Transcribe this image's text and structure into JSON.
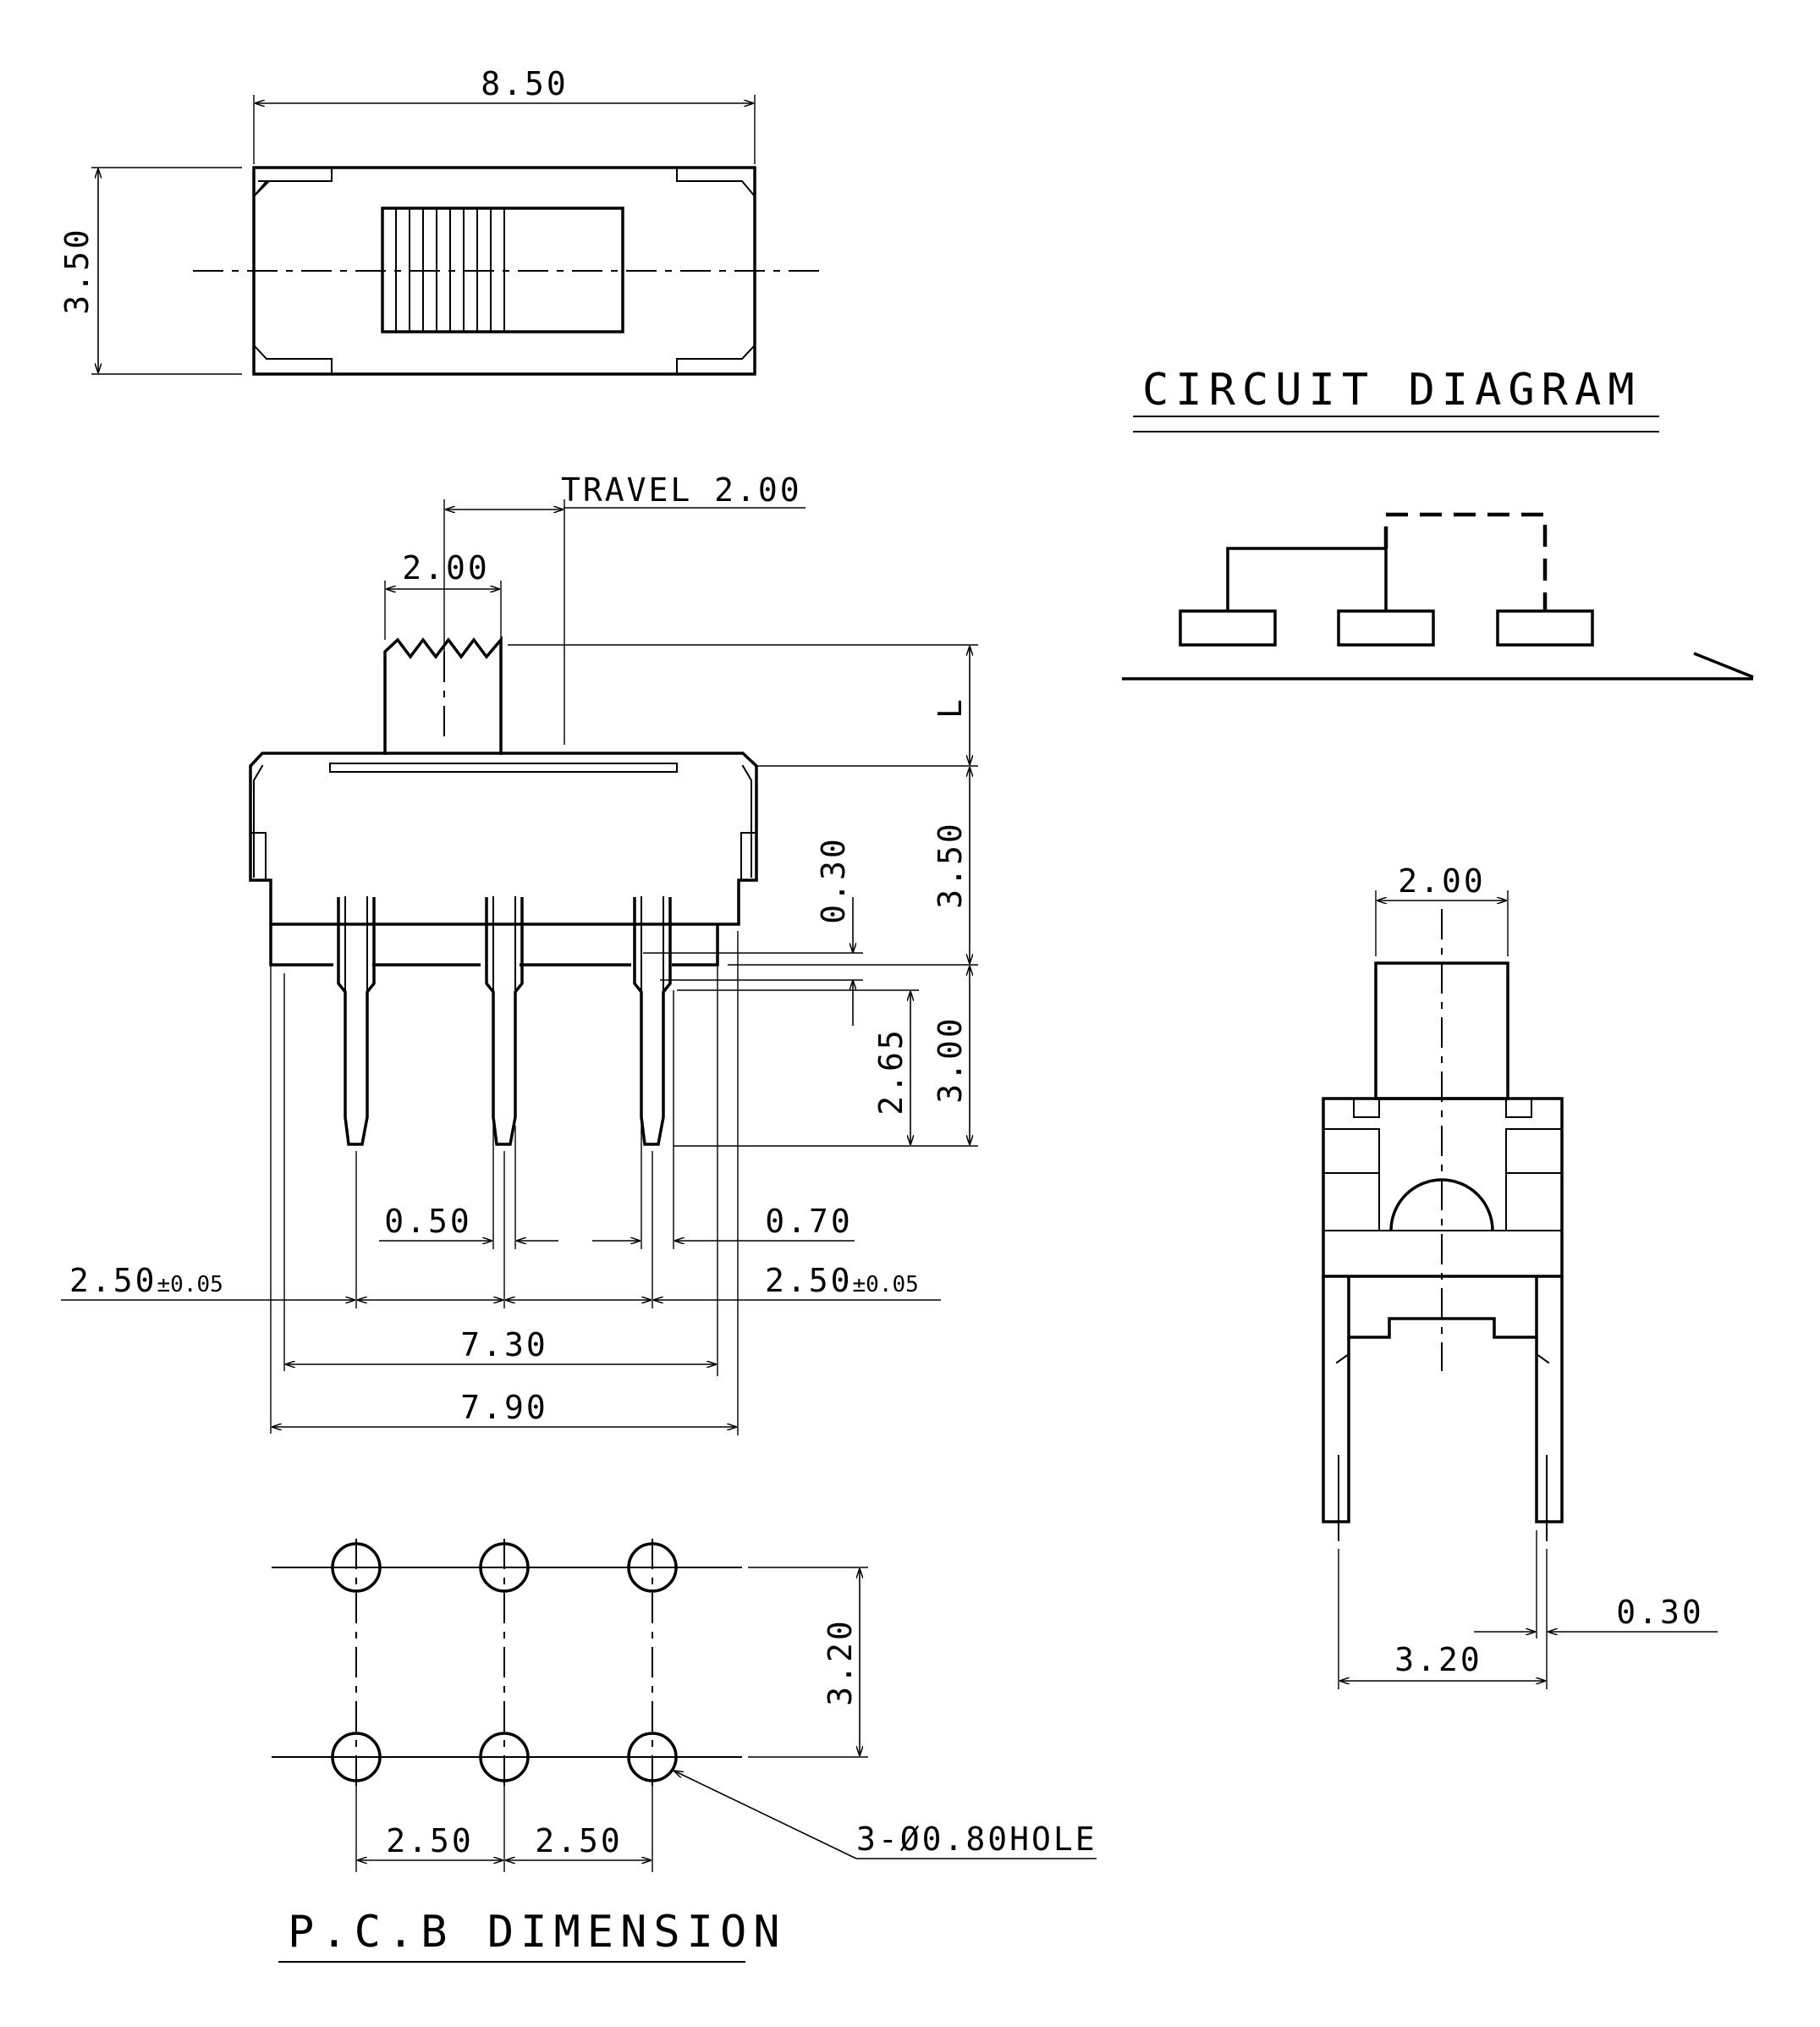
{
  "top_view": {
    "width_label": "8.50",
    "height_label": "3.50"
  },
  "front_view": {
    "travel_label": "TRAVEL 2.00",
    "actuator_width_label": "2.00",
    "actuator_height_label": "L",
    "body_height_label": "3.50",
    "gap_label": "0.30",
    "pin_length_label": "3.00",
    "pin_tip_label": "2.65",
    "pin_width_label": "0.50",
    "pin_offset_label": "0.70",
    "left_pitch_label": "2.50",
    "left_pitch_tol": "±0.05",
    "right_pitch_label": "2.50",
    "right_pitch_tol": "±0.05",
    "inner_width_label": "7.30",
    "outer_width_label": "7.90"
  },
  "pcb": {
    "row_spacing_label": "3.20",
    "pitch_left_label": "2.50",
    "pitch_right_label": "2.50",
    "hole_label": "3-Ø0.80HOLE",
    "title": "P.C.B DIMENSION"
  },
  "circuit": {
    "title": "CIRCUIT DIAGRAM"
  },
  "side_view": {
    "actuator_width_label": "2.00",
    "pin_spacing_label": "3.20",
    "pin_thickness_label": "0.30"
  }
}
